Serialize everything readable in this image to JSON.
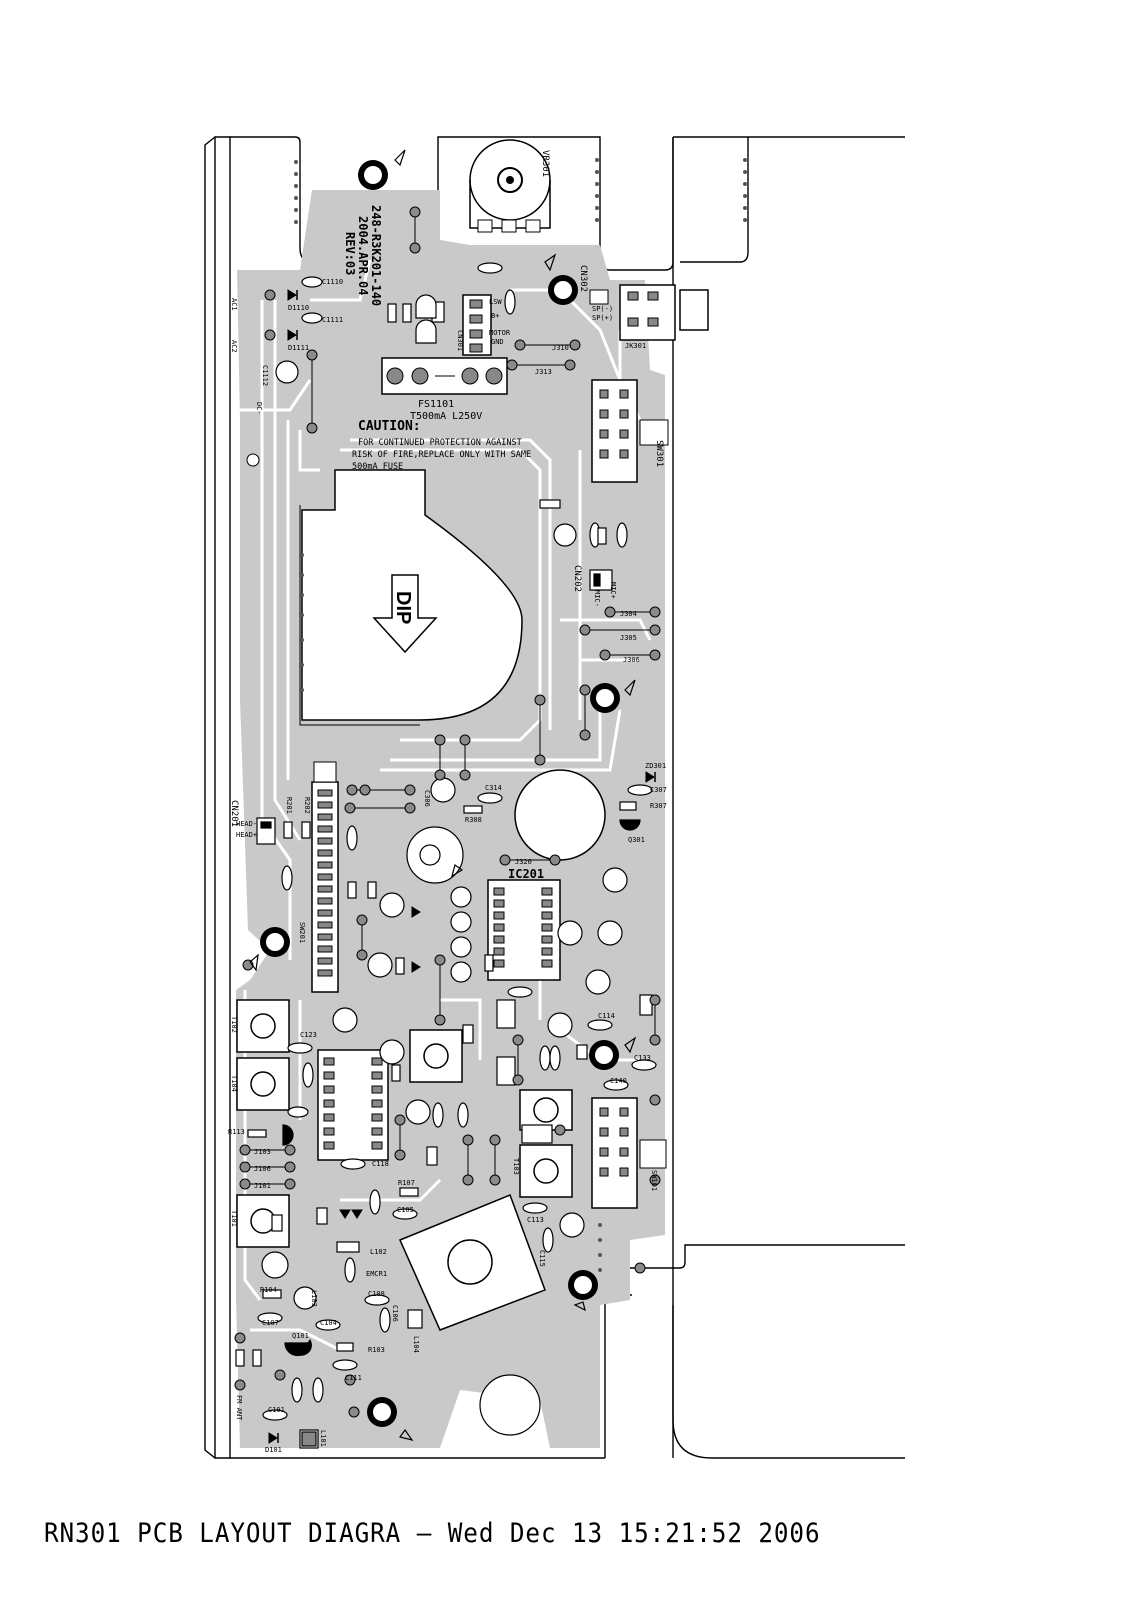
{
  "board": {
    "part_number": "248-R3K201-140",
    "date": "2004.APR.04",
    "rev": "REV:03",
    "fuse_ref": "FS1101",
    "fuse_rating": "T500mA L250V",
    "caution_title": "CAUTION:",
    "caution_line1": "FOR CONTINUED PROTECTION AGAINST",
    "caution_line2": "RISK OF FIRE,REPLACE ONLY WITH SAME",
    "caution_line3": "500mA FUSE",
    "dip_label": "DIP",
    "ic_main": "IC201"
  },
  "labels": {
    "vr301": "VR301",
    "cn302": "CN302",
    "sp_minus": "SP(-)",
    "sp_plus": "SP(+)",
    "jk301": "JK301",
    "cn301": "CN301",
    "motor": "MOTOR",
    "gnd": "GND",
    "lsw": "LSW",
    "bplus": "B+",
    "sw301": "SW301",
    "cn202": "CN202",
    "mic_plus": "MIC+",
    "mic_minus": "MIC-",
    "cn201": "CN201",
    "head_minus": "HEAD-",
    "head_plus": "HEAD+",
    "sw201": "SW201",
    "sw101": "SW101",
    "ac1": "AC1",
    "ac2": "AC2",
    "dc_minus": "DC-",
    "fm_ant": "FM ANT",
    "zd301": "ZD301",
    "q301": "Q301",
    "c307": "C307",
    "r307": "R307",
    "j304": "J304",
    "j305": "J305",
    "j306": "J306",
    "j310": "J310",
    "j313": "J313",
    "j320": "J320",
    "r308": "R308",
    "c314": "C314",
    "c306": "C306",
    "c133": "C133",
    "c140": "C140",
    "c114": "C114",
    "c107": "C107",
    "c104": "C104",
    "c106": "C106",
    "c105": "C105",
    "c113": "C113",
    "c115": "C115",
    "c118": "C118",
    "c101": "C101",
    "c108": "C108",
    "c111": "C111",
    "c1110": "C1110",
    "c1111": "C1111",
    "c1112": "C1112",
    "d1110": "D1110",
    "d1111": "D1111",
    "d101": "D101",
    "q101": "Q101",
    "r103": "R103",
    "r104": "R104",
    "r107": "R107",
    "r113": "R113",
    "j101": "J101",
    "j103": "J103",
    "j106": "J106",
    "l101": "L101",
    "l102": "L102",
    "l103": "L103",
    "l104": "L104",
    "emcr1": "EMCR1",
    "t101": "T101",
    "t102": "T102",
    "t103": "T103",
    "t104": "T104",
    "c123": "C123",
    "r201": "R201",
    "r202": "R202"
  },
  "footer": {
    "caption": "RN301 PCB LAYOUT DIAGRA — Wed Dec 13 15:21:52 2006"
  }
}
